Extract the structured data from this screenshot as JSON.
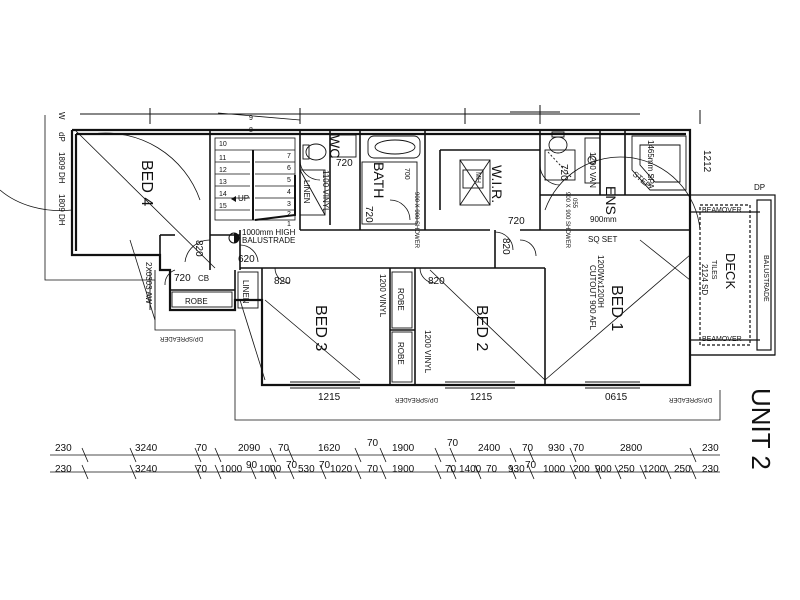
{
  "unit_label": "UNIT 2",
  "rooms": {
    "bed4": "BED 4",
    "bed3": "BED 3",
    "bed2": "BED 2",
    "bed1": "BED 1",
    "wc": "WC",
    "bath": "BATH",
    "wir": "W.I.R.",
    "ens": "ENS",
    "deck": "DECK",
    "up": "UP",
    "linen1": "LINEN",
    "linen2": "LINEN",
    "robe1": "ROBE",
    "robe2": "ROBE",
    "robe3": "ROBE"
  },
  "notes": {
    "w_mark": "W",
    "dp_top": "dP",
    "dh_1809a": "1809 DH",
    "dh_1809b": "1809 DH",
    "aw_2x0303": "2X0303 AW",
    "dp_spreader_left": "DP/SPREADER",
    "dp_spreader_mid": "DP/SPREADER",
    "dp_spreader_right": "DP/SPREADER",
    "balustrade_line1": "1000mm HIGH",
    "balustrade_line2": "BALUSTRADE",
    "vinyl_1100": "1100 VINYL",
    "vinyl_1200_bed3": "1200 VINYL",
    "vinyl_1200_bed2": "1200 VINYL",
    "shower_left": "900 X 900 SHOWER",
    "shower_left_700": "700",
    "shower_right": "900 X 900 SHOWER",
    "shower_right_055": "055",
    "van": "1200 VAN",
    "spa": "1465mm SPA",
    "step": "STEP",
    "sq_set": "SQ SET",
    "ens_900": "900mm",
    "cutout_1": "1200Wx1200H",
    "cutout_2": "CUTOUT 900 AFL",
    "beamover_top": "BEAMOVER",
    "beamover_bottom": "BEAMOVER",
    "balustrade_deck": "BALUSTRADE",
    "deck_tiles": "TILES",
    "deck_sd": "2124 SD",
    "dp_deck": "DP",
    "mh": "MH",
    "cb": "CB"
  },
  "door_sizes": {
    "wc_720": "720",
    "bath_720": "720",
    "stair_820": "820",
    "stair_620": "620",
    "cb_720": "720",
    "wir_720": "720",
    "shower_720": "720",
    "ens_820": "820",
    "bed3_820": "820",
    "bed2_820": "820",
    "d_1212": "1212"
  },
  "window_sizes": {
    "bed3": "1215",
    "bed2": "1215",
    "bed1": "0615"
  },
  "stair_steps": [
    "9",
    "8",
    "7",
    "6",
    "5",
    "4",
    "3",
    "2",
    "1",
    "10",
    "11",
    "12",
    "13",
    "14",
    "15"
  ],
  "dimensions": {
    "row1": [
      "230",
      "3240",
      "70",
      "2090",
      "70",
      "1620",
      "70",
      "1900",
      "70",
      "2400",
      "70",
      "930",
      "70",
      "2800",
      "230"
    ],
    "row2": [
      "230",
      "3240",
      "70",
      "1000",
      "90",
      "1000",
      "70",
      "530",
      "70",
      "1020",
      "70",
      "1900",
      "70",
      "1400",
      "70",
      "930",
      "70",
      "1000",
      "200",
      "900",
      "250",
      "1200",
      "250",
      "230"
    ]
  }
}
